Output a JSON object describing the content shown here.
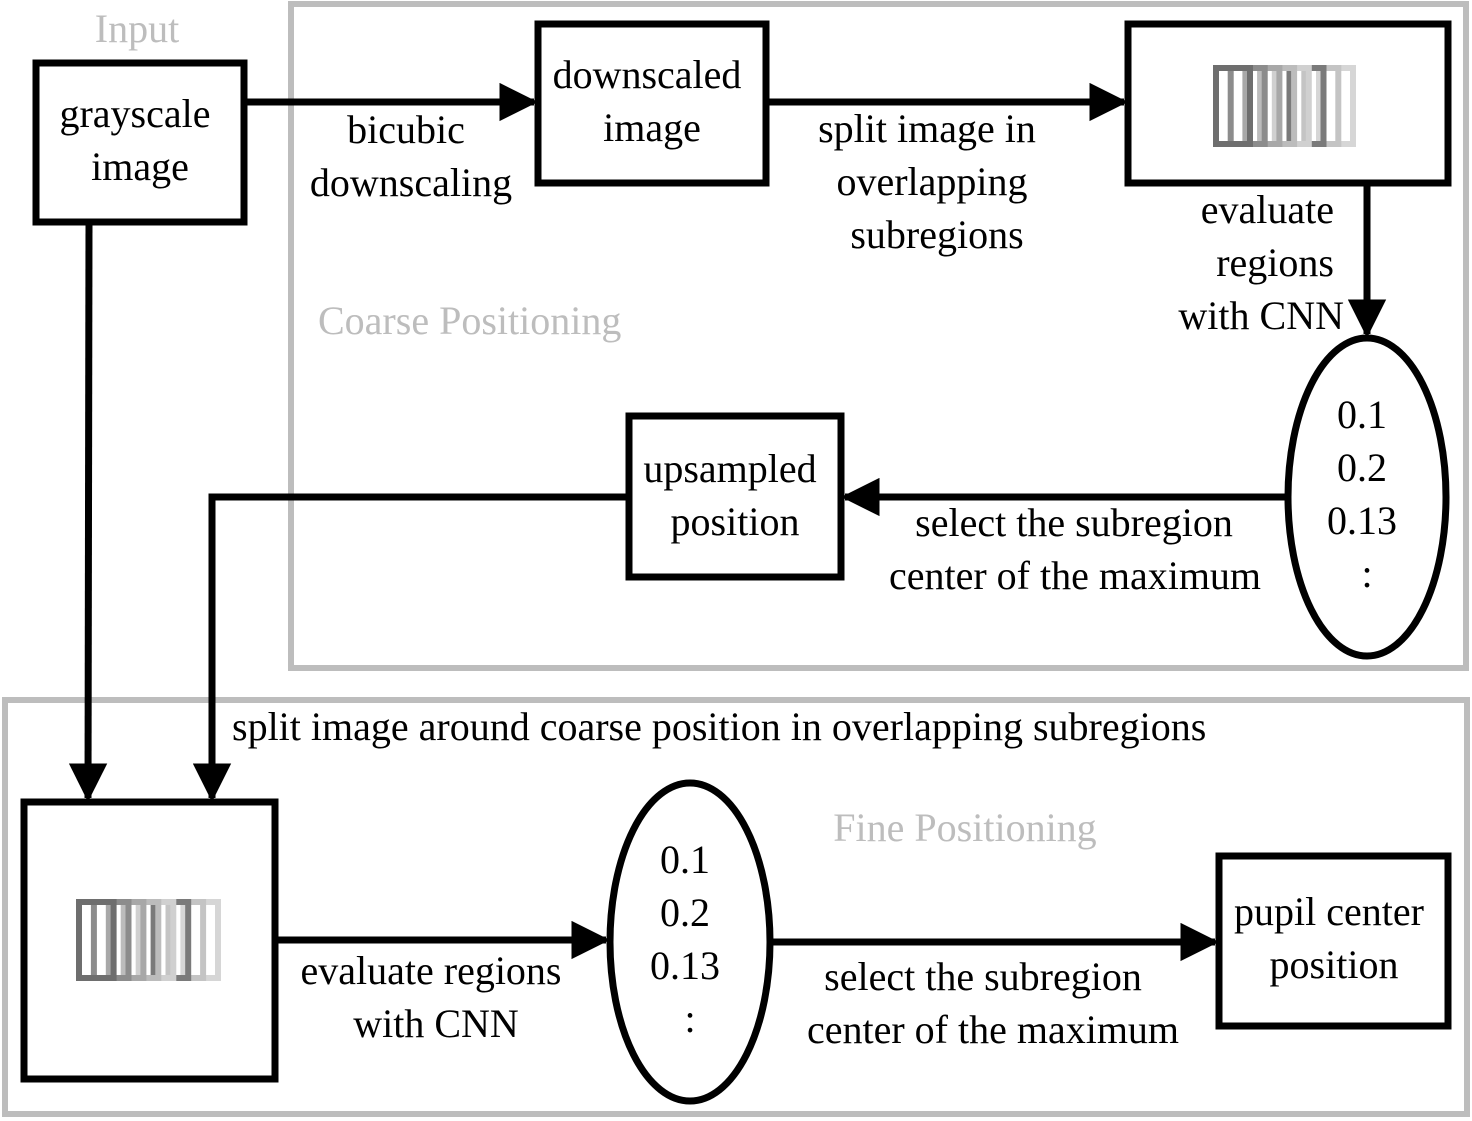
{
  "sections": {
    "input_label": "Input",
    "coarse_label": "Coarse Positioning",
    "fine_label": "Fine Positioning"
  },
  "boxes": {
    "grayscale": [
      "grayscale",
      "image"
    ],
    "downscaled": [
      "downscaled",
      "image"
    ],
    "upsampled": [
      "upsampled",
      "position"
    ],
    "pupil": [
      "pupil center",
      "position"
    ]
  },
  "edges": {
    "bicubic": [
      "bicubic",
      "downscaling"
    ],
    "split_coarse": [
      "split image in",
      "overlapping",
      "subregions"
    ],
    "evaluate_coarse": [
      "evaluate",
      "regions",
      "with CNN"
    ],
    "select_coarse": [
      "select the subregion",
      "center of the maximum"
    ],
    "split_fine": "split image around coarse position in overlapping subregions",
    "evaluate_fine": [
      "evaluate regions",
      "with CNN"
    ],
    "select_fine": [
      "select the subregion",
      "center of the maximum"
    ]
  },
  "scores": [
    "0.1",
    "0.2",
    "0.13",
    ":"
  ],
  "colors": {
    "stroke": "#000000",
    "section_border": "#bdbdbd",
    "section_label": "#bdbdbd",
    "subregion_shades": [
      "#6e6e6e",
      "#8c8c8c",
      "#a8a8a8",
      "#bcbcbc",
      "#d0d0d0",
      "#7a7a7a",
      "#c4c4c4",
      "#d6d6d6"
    ]
  },
  "icons": [
    "subregion-stack-icon"
  ]
}
